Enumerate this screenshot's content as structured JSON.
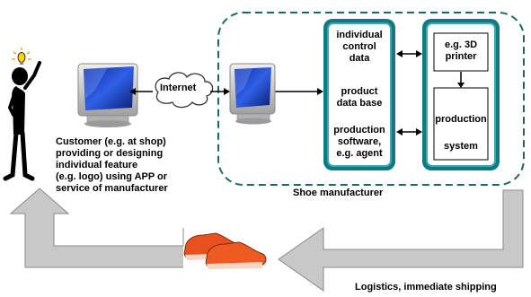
{
  "internet_label": "Internet",
  "customer": {
    "lines": [
      "Customer (e.g. at shop)",
      "providing or designing",
      "individual feature",
      "(e.g. logo) using APP or",
      "service of manufacturer"
    ]
  },
  "manufacturer": {
    "label": "Shoe manufacturer",
    "left_box": {
      "control_data": [
        "individual",
        "control",
        "data"
      ],
      "product_db": [
        "product",
        "data base"
      ],
      "software": [
        "production",
        "software,",
        "e.g. agent"
      ]
    },
    "right_box": {
      "printer": [
        "e.g. 3D",
        "printer"
      ],
      "system": [
        "production",
        "system"
      ]
    }
  },
  "logistics_label": "Logistics, immediate shipping",
  "colors": {
    "dashed_border": "#1a6b5e",
    "box_fill": "#0d7a80",
    "box_border": "#3fa6b0",
    "arrow_gray": "#c8c8c8",
    "shoe_orange": "#e8501e",
    "bulb_yellow": "#ffd400"
  }
}
